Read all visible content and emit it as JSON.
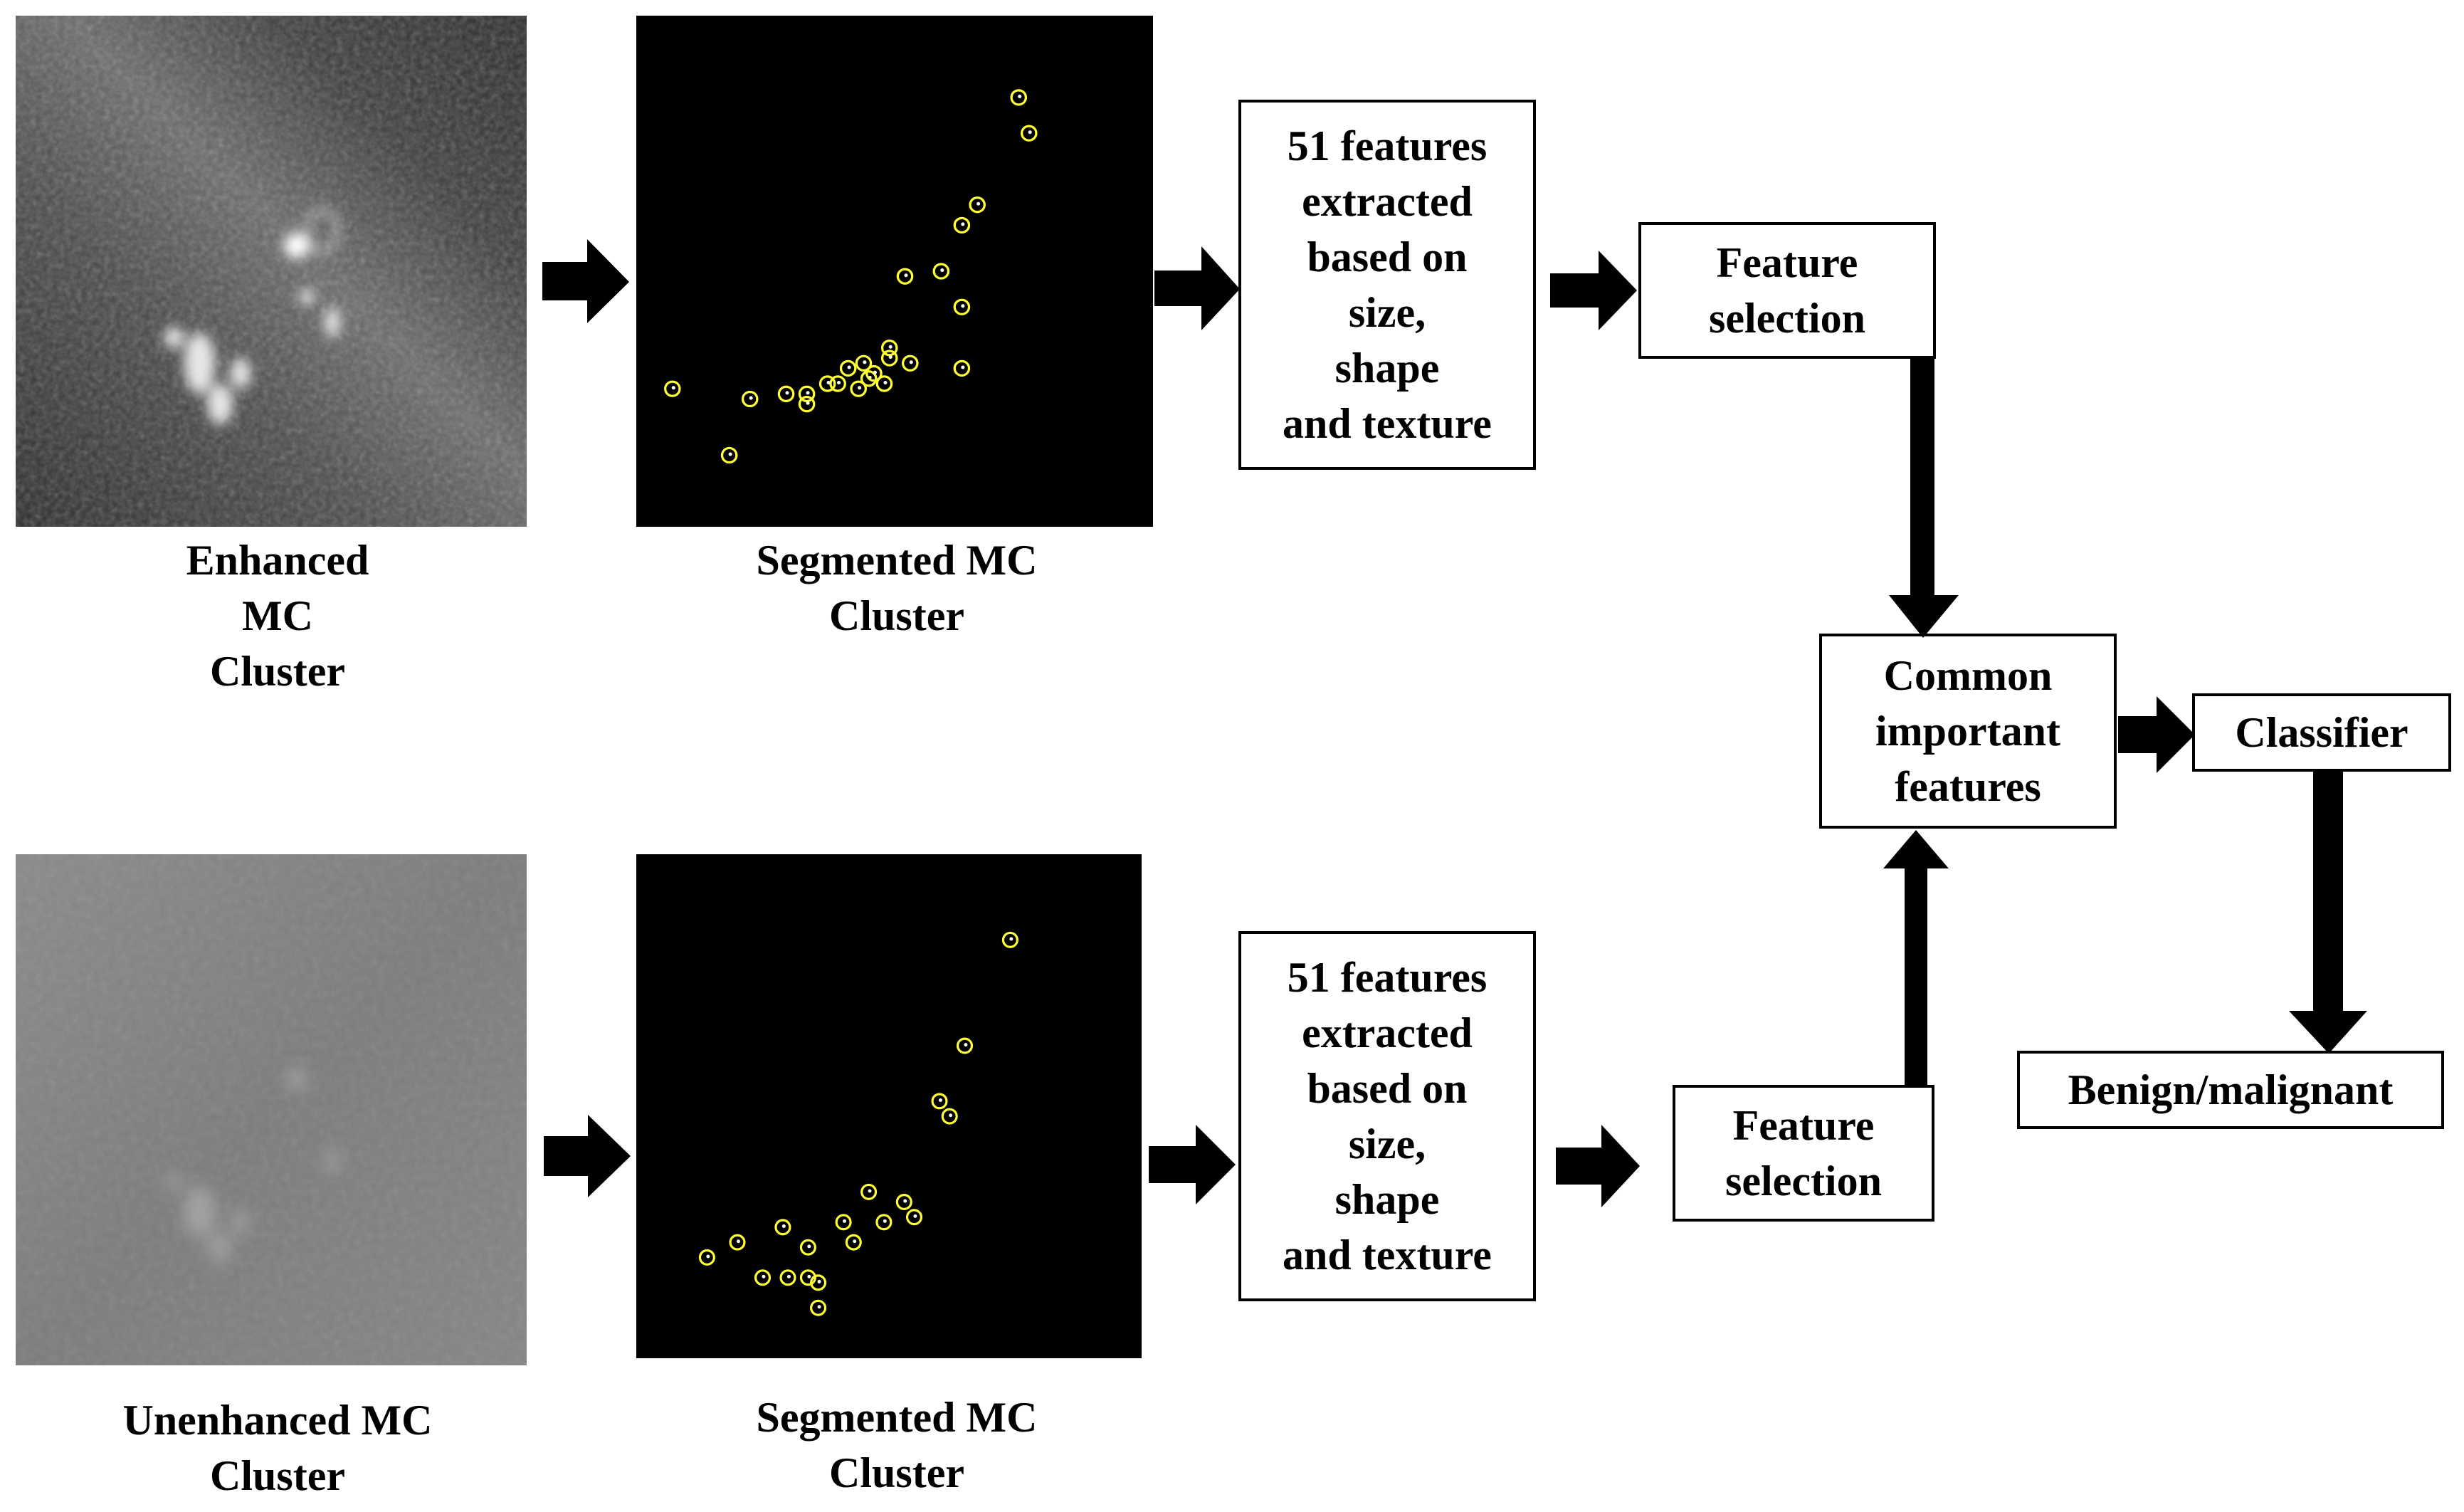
{
  "top_row": {
    "image1_caption": "Enhanced\nMC\nCluster",
    "image2_caption": "Segmented MC\nCluster",
    "features_box": "51 features\nextracted\nbased on\nsize,\nshape\nand texture",
    "selection_box": "Feature\nselection"
  },
  "bottom_row": {
    "image1_caption": "Unenhanced MC\nCluster",
    "image2_caption": "Segmented MC\nCluster",
    "features_box": "51 features\nextracted\nbased on\nsize,\nshape\nand texture",
    "selection_box": "Feature\nselection"
  },
  "common_box": "Common\nimportant\nfeatures",
  "classifier_box": "Classifier",
  "output_box": "Benign/malignant",
  "colors": {
    "marker": "#ffff33",
    "arrow": "#000000",
    "segmented_background": "#000000"
  }
}
